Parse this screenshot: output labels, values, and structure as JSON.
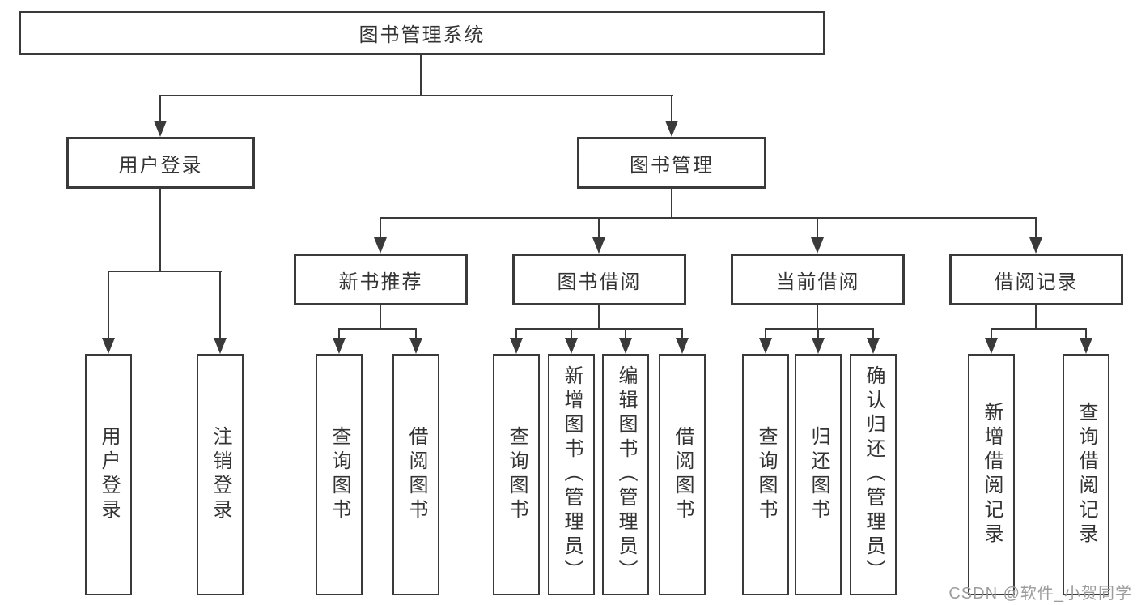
{
  "diagram_type": "hierarchy-tree",
  "colors": {
    "line": "#3a3a3a",
    "text": "#333333",
    "background": "#ffffff",
    "watermark": "#9c9c9c"
  },
  "tree": {
    "root": {
      "label": "图书管理系统",
      "children": [
        {
          "label": "用户登录",
          "children": [
            {
              "label": "用户登录"
            },
            {
              "label": "注销登录"
            }
          ]
        },
        {
          "label": "图书管理",
          "children": [
            {
              "label": "新书推荐",
              "children": [
                {
                  "label": "查询图书"
                },
                {
                  "label": "借阅图书"
                }
              ]
            },
            {
              "label": "图书借阅",
              "children": [
                {
                  "label": "查询图书"
                },
                {
                  "label": "新增图书（管理员）"
                },
                {
                  "label": "编辑图书（管理员）"
                },
                {
                  "label": "借阅图书"
                }
              ]
            },
            {
              "label": "当前借阅",
              "children": [
                {
                  "label": "查询图书"
                },
                {
                  "label": "归还图书"
                },
                {
                  "label": "确认归还（管理员）"
                }
              ]
            },
            {
              "label": "借阅记录",
              "children": [
                {
                  "label": "新增借阅记录"
                },
                {
                  "label": "查询借阅记录"
                }
              ]
            }
          ]
        }
      ]
    }
  },
  "watermark": {
    "text": "CSDN @软件_小贺同学"
  }
}
